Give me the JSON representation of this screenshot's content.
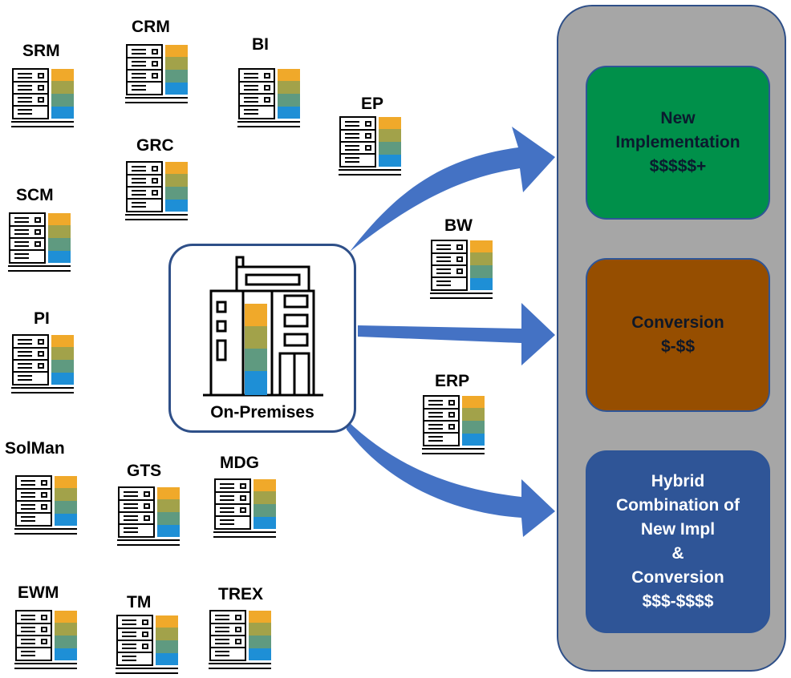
{
  "systems": [
    {
      "id": "srm",
      "label": "SRM"
    },
    {
      "id": "crm",
      "label": "CRM"
    },
    {
      "id": "bi",
      "label": "BI"
    },
    {
      "id": "ep",
      "label": "EP"
    },
    {
      "id": "grc",
      "label": "GRC"
    },
    {
      "id": "scm",
      "label": "SCM"
    },
    {
      "id": "bw",
      "label": "BW"
    },
    {
      "id": "pi",
      "label": "PI"
    },
    {
      "id": "erp",
      "label": "ERP"
    },
    {
      "id": "solman",
      "label": "SolMan"
    },
    {
      "id": "gts",
      "label": "GTS"
    },
    {
      "id": "mdg",
      "label": "MDG"
    },
    {
      "id": "ewm",
      "label": "EWM"
    },
    {
      "id": "tm",
      "label": "TM"
    },
    {
      "id": "trex",
      "label": "TREX"
    }
  ],
  "center": {
    "label": "On-Premises"
  },
  "options": {
    "new_impl": {
      "line1": "New",
      "line2": "Implementation",
      "cost": "$$$$$+"
    },
    "conversion": {
      "line1": "Conversion",
      "cost": "$-$$"
    },
    "hybrid": {
      "line1": "Hybrid",
      "line2": "Combination of",
      "line3": "New Impl",
      "line4": "&",
      "line5": "Conversion",
      "cost": "$$$-$$$$"
    }
  },
  "colors": {
    "stack": [
      "#f0a92a",
      "#a2a24a",
      "#5f9a80",
      "#1e8fd6"
    ],
    "new_impl": "#00904a",
    "conversion": "#964e00",
    "hybrid": "#2f5597",
    "panel": "#a6a6a6",
    "arrow": "#4472c4"
  },
  "icons": {
    "server": "server-stack-icon",
    "building": "office-building-icon"
  }
}
